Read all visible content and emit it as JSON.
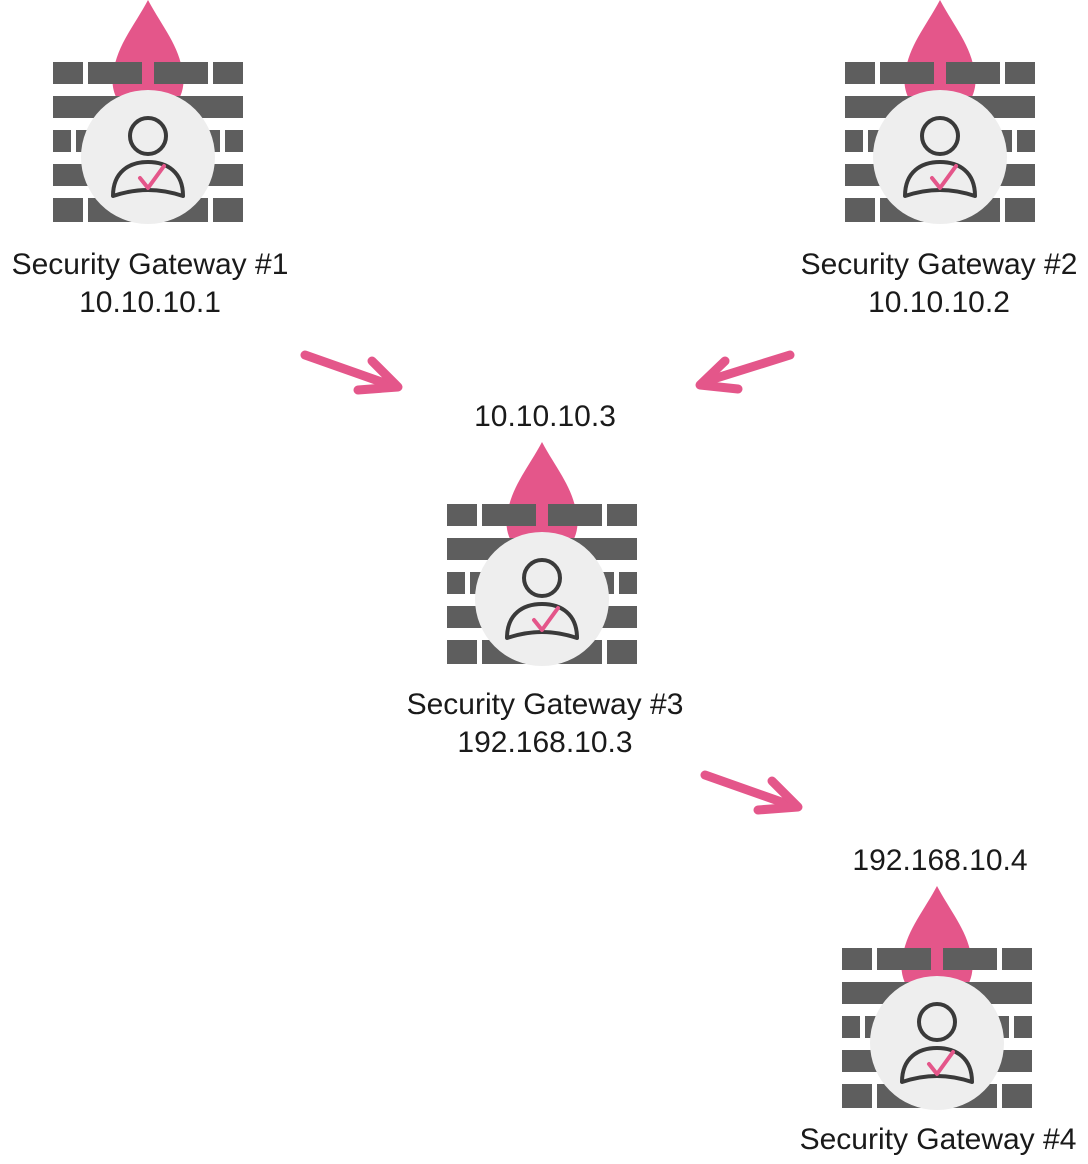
{
  "colors": {
    "brick": "#5e5e5e",
    "badge": "#eeeeee",
    "accent": "#e4568a",
    "person": "#3a3a3a",
    "text": "#1a1a1a"
  },
  "icon_name": "firewall-gateway-icon",
  "gateways": [
    {
      "name": "Security Gateway #1",
      "ip": "10.10.10.1"
    },
    {
      "name": "Security Gateway #2",
      "ip": "10.10.10.2"
    },
    {
      "name": "Security Gateway #3",
      "ip": "192.168.10.3",
      "inbound_ip": "10.10.10.3"
    },
    {
      "name": "Security Gateway #4",
      "inbound_ip": "192.168.10.4"
    }
  ],
  "connections": [
    {
      "from": "Security Gateway #1",
      "to": "Security Gateway #3"
    },
    {
      "from": "Security Gateway #2",
      "to": "Security Gateway #3"
    },
    {
      "from": "Security Gateway #3",
      "to": "Security Gateway #4"
    }
  ]
}
